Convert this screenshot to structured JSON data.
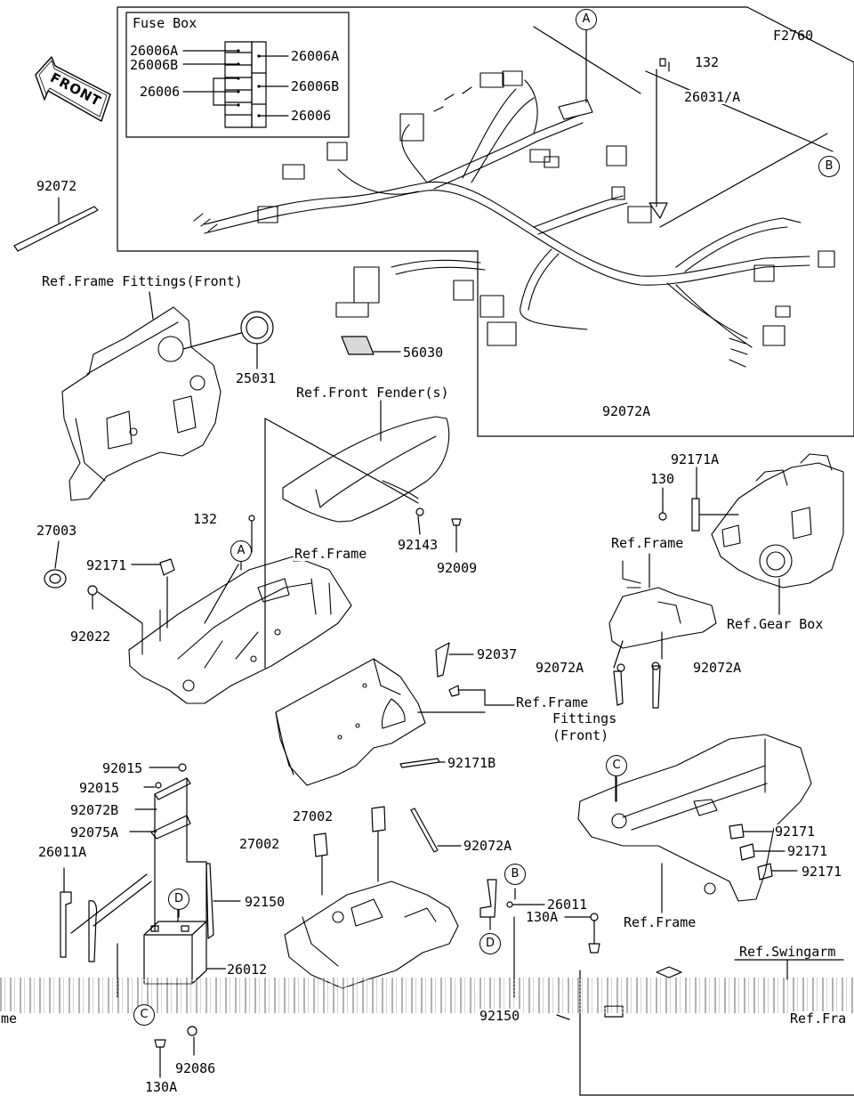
{
  "figure_code": "F2760",
  "fuse_box": {
    "title": "Fuse Box",
    "left_labels": [
      "26006A",
      "26006B",
      "26006"
    ],
    "right_labels": [
      "26006A",
      "26006B",
      "26006"
    ]
  },
  "front_arrow": "FRONT",
  "callouts": [
    "A",
    "B",
    "A",
    "C",
    "D",
    "D",
    "B",
    "C"
  ],
  "parts": {
    "p132_top": "132",
    "p26031": "26031/A",
    "p92072": "92072",
    "p56030": "56030",
    "p25031": "25031",
    "p92072A_harness": "92072A",
    "p27003": "27003",
    "p92171_left": "92171",
    "p92022": "92022",
    "p132_mid": "132",
    "p92143": "92143",
    "p92009": "92009",
    "p92171A": "92171A",
    "p130": "130",
    "p92072A_l": "92072A",
    "p92072A_r": "92072A",
    "p92037": "92037",
    "p92171B": "92171B",
    "p92015_a": "92015",
    "p92015_b": "92015",
    "p92072B": "92072B",
    "p92075A": "92075A",
    "p26011A": "26011A",
    "p92150_a": "92150",
    "p26012": "26012",
    "p27002_a": "27002",
    "p27002_b": "27002",
    "p92072A_c": "92072A",
    "p26011": "26011",
    "p130A_a": "130A",
    "p92171_c1": "92171",
    "p92171_c2": "92171",
    "p92171_c3": "92171",
    "p92086": "92086",
    "p130A_b": "130A",
    "p92150_b": "92150"
  },
  "refs": {
    "frame_fittings_front": "Ref.Frame Fittings(Front)",
    "front_fender": "Ref.Front Fender(s)",
    "frame_mid": "Ref.Frame",
    "frame_right": "Ref.Frame",
    "gear_box": "Ref.Gear Box",
    "frame_fittings_front2_l1": "Ref.Frame",
    "frame_fittings_front2_l2": "Fittings",
    "frame_fittings_front2_l3": "(Front)",
    "frame_bottom": "Ref.Frame",
    "swingarm": "Ref.Swingarm",
    "frame_cut": "Ref.Fra",
    "frame_cut_left": "me"
  }
}
